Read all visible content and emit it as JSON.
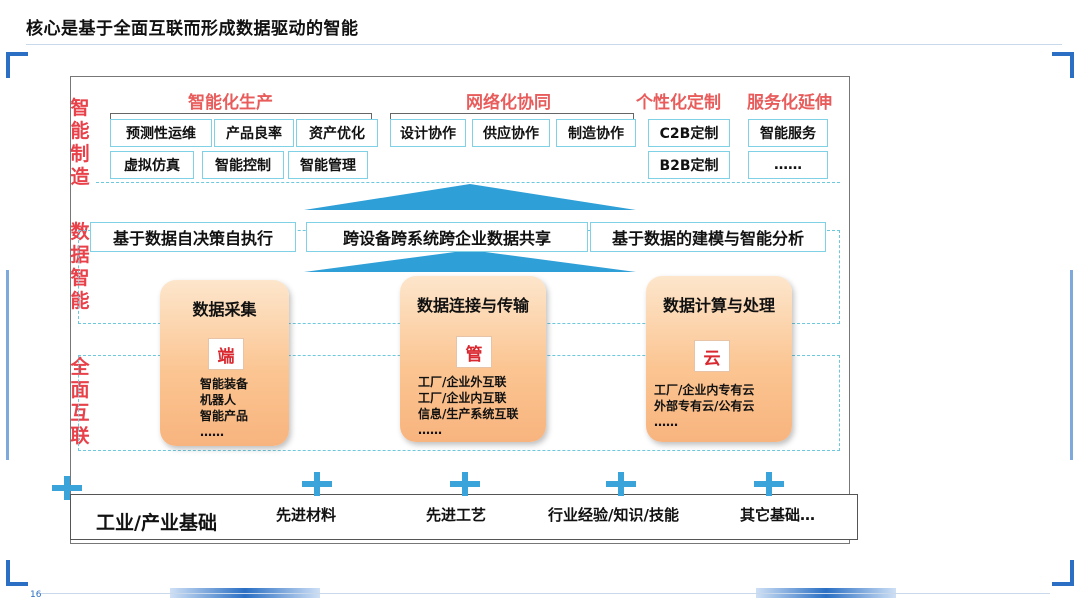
{
  "page": {
    "title": "核心是基于全面互联而形成数据驱动的智能",
    "page_number": "16"
  },
  "side_labels": {
    "smart_manufacturing": "智能制造",
    "data_intelligence": "数据智能",
    "full_interconnect": "全面互联"
  },
  "top_groups": {
    "production": {
      "title": "智能化生产",
      "items": [
        "预测性运维",
        "产品良率",
        "资产优化",
        "虚拟仿真",
        "智能控制",
        "智能管理"
      ]
    },
    "network": {
      "title": "网络化协同",
      "items": [
        "设计协作",
        "供应协作",
        "制造协作"
      ]
    },
    "custom": {
      "title": "个性化定制",
      "items": [
        "C2B定制",
        "B2B定制"
      ]
    },
    "service": {
      "title": "服务化延伸",
      "items": [
        "智能服务",
        "……"
      ]
    }
  },
  "data_row": [
    "基于数据自决策自执行",
    "跨设备跨系统跨企业数据共享",
    "基于数据的建模与智能分析"
  ],
  "panels": [
    {
      "title": "数据采集",
      "tag": "端",
      "items": [
        "智能装备",
        "机器人",
        "智能产品",
        "……"
      ]
    },
    {
      "title": "数据连接与传输",
      "tag": "管",
      "items": [
        "工厂/企业外互联",
        "工厂/企业内互联",
        "信息/生产系统互联",
        "……"
      ]
    },
    {
      "title": "数据计算与处理",
      "tag": "云",
      "items": [
        "工厂/企业内专有云",
        "外部专有云/公有云",
        "……"
      ]
    }
  ],
  "base": {
    "label": "工业/产业基础",
    "items": [
      "先进材料",
      "先进工艺",
      "行业经验/知识/技能",
      "其它基础…"
    ]
  },
  "colors": {
    "accent_red": "#e8414a",
    "box_border": "#7fd2e6",
    "arrow_blue": "#2f9fd8",
    "plus_blue": "#3aa3d9",
    "panel_orange": "#fbc592"
  }
}
